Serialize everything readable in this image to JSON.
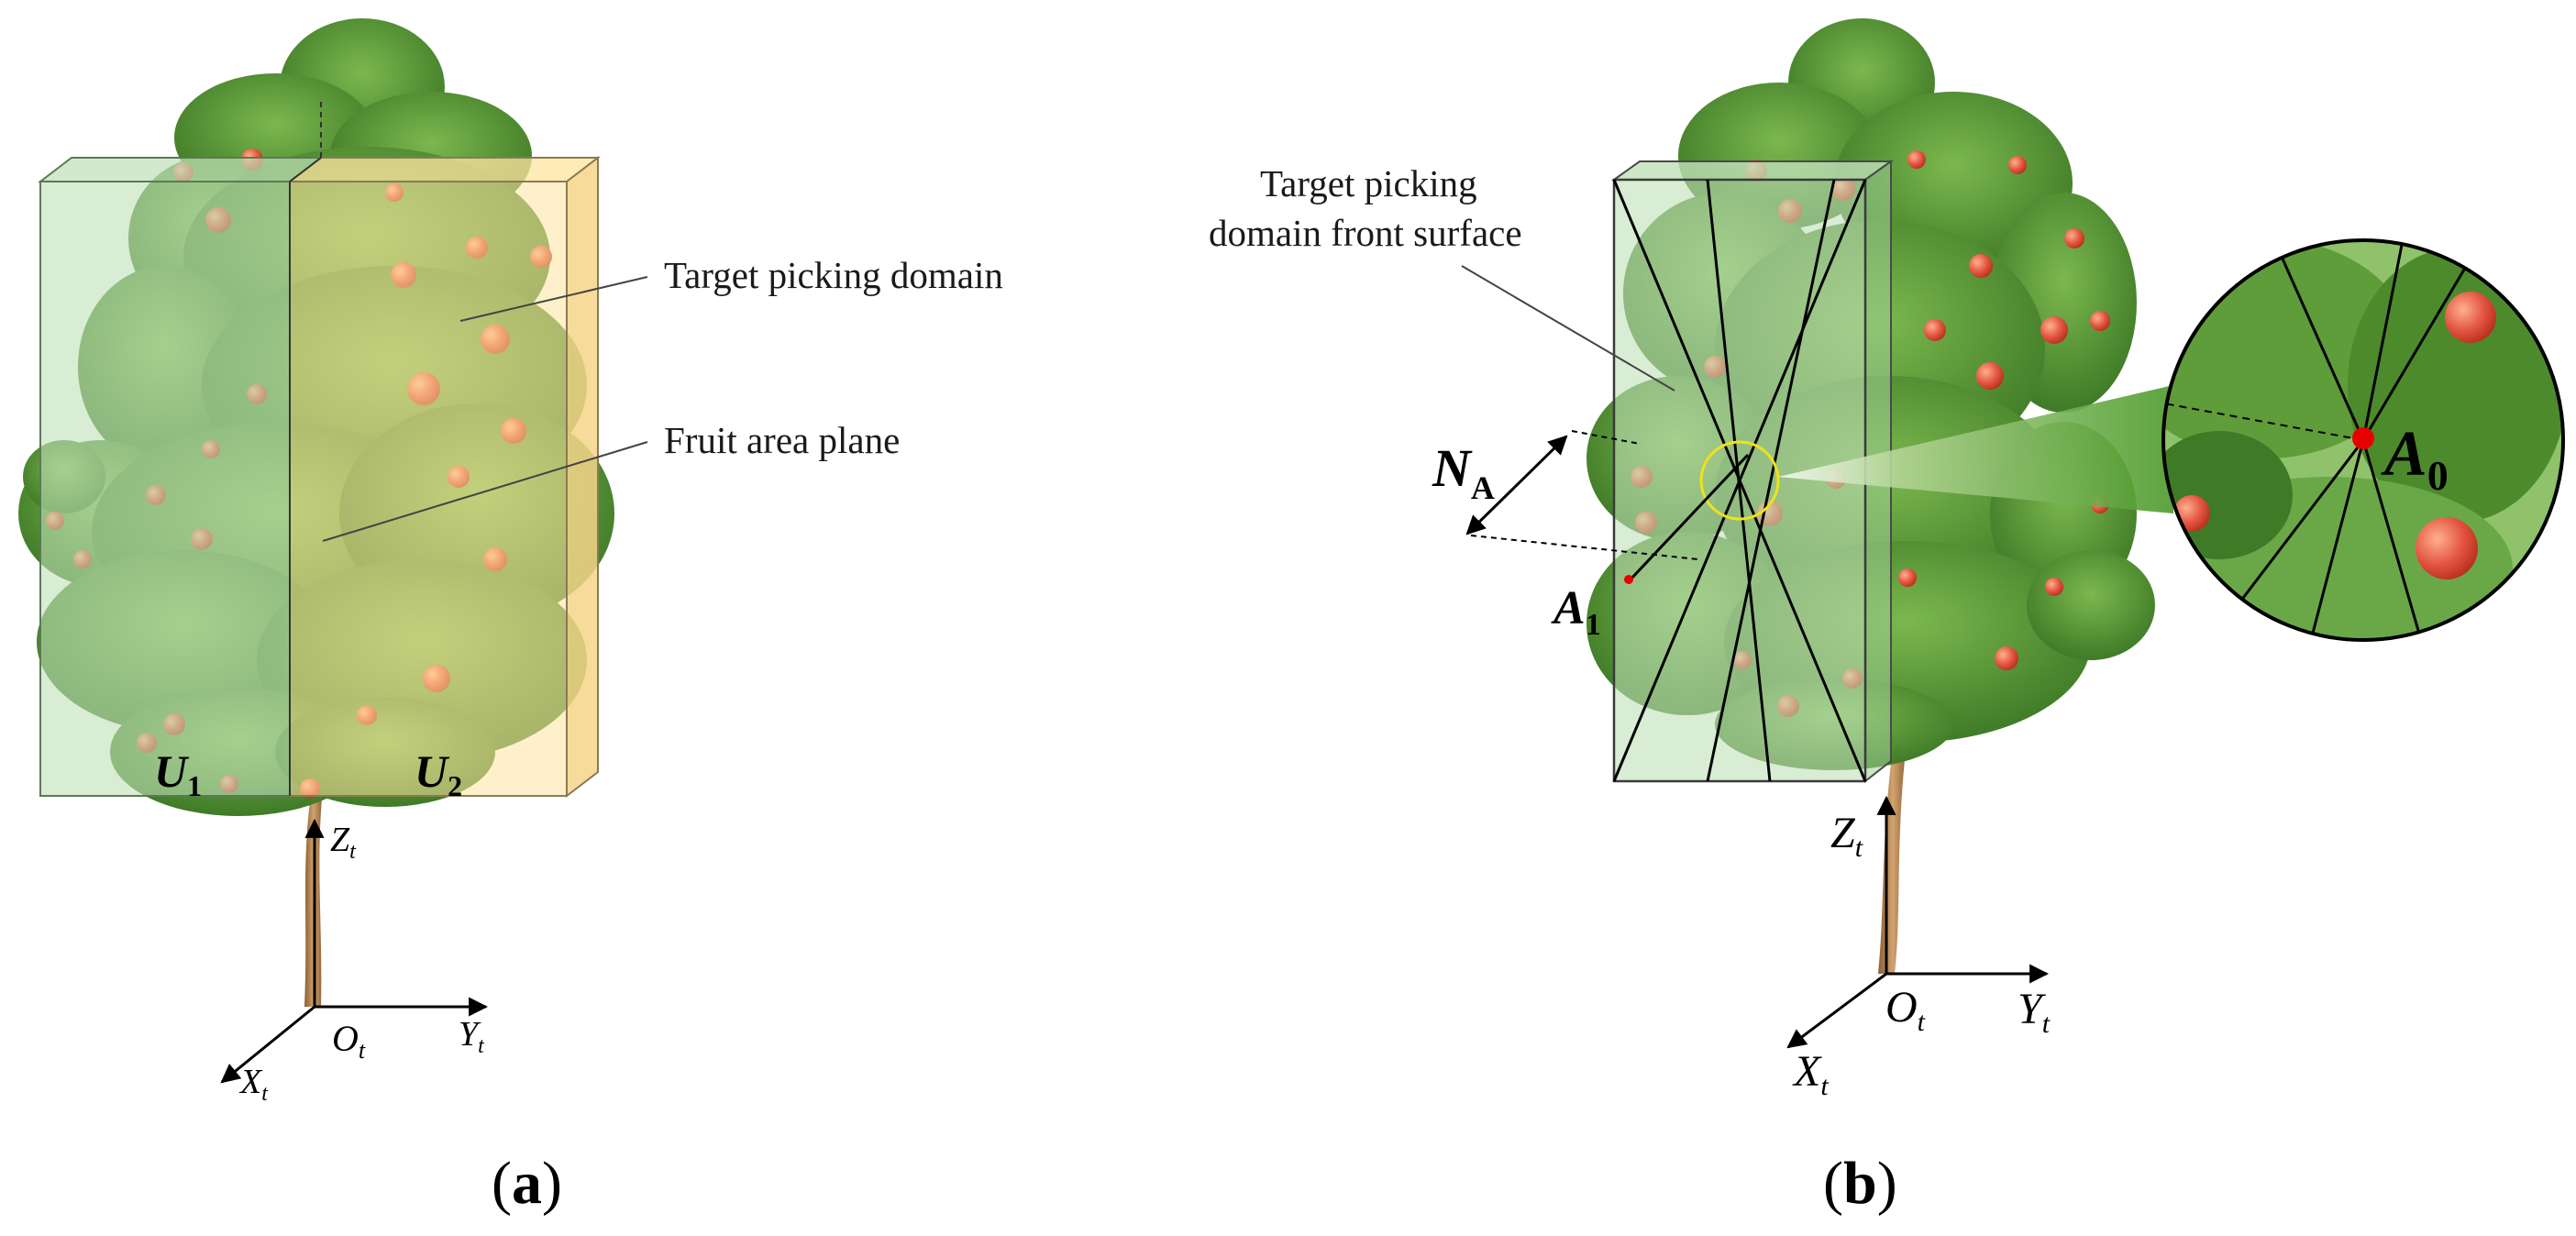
{
  "panel_a": {
    "caption_open": "(",
    "caption_letter": "a",
    "caption_close": ")",
    "label_domain": "Target picking domain",
    "label_plane": "Fruit area plane",
    "u1_base": "U",
    "u1_sub": "1",
    "u2_base": "U",
    "u2_sub": "2",
    "axis_z": "Z",
    "axis_y": "Y",
    "axis_x": "X",
    "origin": "O",
    "axis_sub": "t"
  },
  "panel_b": {
    "caption_open": "(",
    "caption_letter": "b",
    "caption_close": ")",
    "label_line1": "Target picking",
    "label_line2": "domain front surface",
    "na_base": "N",
    "na_sub": "A",
    "a1_base": "A",
    "a1_sub": "1",
    "a0_base": "A",
    "a0_sub": "0",
    "axis_z": "Z",
    "axis_y": "Y",
    "axis_x": "X",
    "origin": "O",
    "axis_sub": "t"
  },
  "colors": {
    "green_box": "#bfe0b8",
    "yellow_box": "#fde4a0",
    "foliage": "#5e9c3a",
    "apple": "#e2543f",
    "trunk": "#b58755",
    "highlight": "#f0e11a",
    "marker": "#e80000"
  }
}
